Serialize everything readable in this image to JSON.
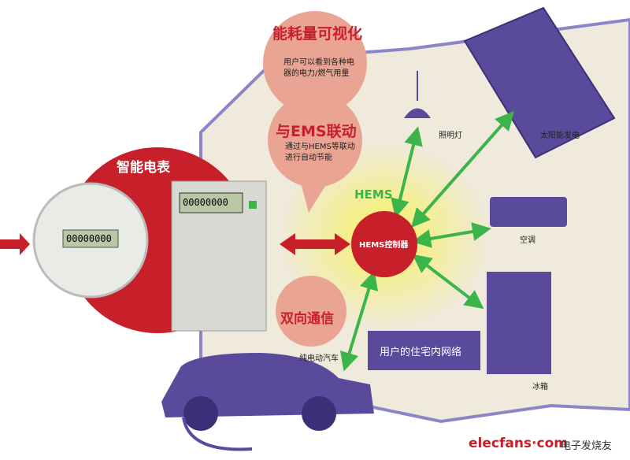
{
  "smart_meter": {
    "title": "智能电表",
    "display_left": "00000000",
    "display_right": "00000000"
  },
  "bubbles": {
    "visualization": {
      "title": "能耗量可视化",
      "desc": "用户可以看到各种电器的电力/燃气用量"
    },
    "ems_link": {
      "title": "与EMS联动",
      "desc": "通过与HEMS等联动进行自动节能"
    },
    "two_way": {
      "title": "双向通信"
    }
  },
  "hems": {
    "label": "HEMS",
    "controller": "HEMS控制器"
  },
  "devices": {
    "light": "照明灯",
    "solar": "太阳能发电",
    "aircon": "空调",
    "fridge": "冰箱",
    "ev": "纯电动汽车"
  },
  "network_box": "用户的住宅内网络",
  "watermark": {
    "brand": "elecfans·com",
    "cn": "电子发烧友"
  },
  "colors": {
    "red": "#c8202a",
    "pink": "#e9a493",
    "purple": "#5a4a9c",
    "green": "#3bb54a",
    "house": "#efeadb"
  }
}
